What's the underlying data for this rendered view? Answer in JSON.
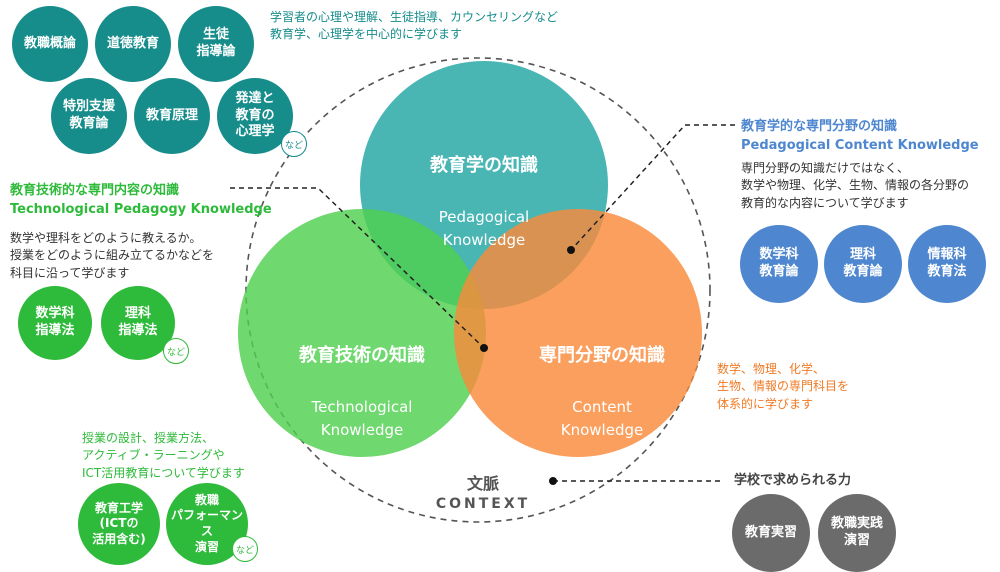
{
  "colors": {
    "teal": "#168c8b",
    "teal_circle": "#3fb2b0",
    "green": "#2eba3a",
    "green_circle": "#4fd04e",
    "orange_circle": "#f98a3b",
    "blue": "#4e87cf",
    "gray": "#6b6b6b",
    "text": "#333333"
  },
  "circles": {
    "pedagogical": {
      "title": "教育学の知識",
      "sub": "Pedagogical\nKnowledge"
    },
    "technological": {
      "title": "教育技術の知識",
      "sub": "Technological\nKnowledge"
    },
    "content": {
      "title": "専門分野の知識",
      "sub": "Content\nKnowledge"
    }
  },
  "context": {
    "jp": "文脈",
    "en": "CONTEXT"
  },
  "pedagogy_topics": {
    "description": "学習者の心理や理解、生徒指導、カウンセリングなど\n教育学、心理学を中心的に学びます",
    "bubbles": [
      "教職概論",
      "道徳教育",
      "生徒\n指導論",
      "特別支援\n教育論",
      "教育原理",
      "発達と\n教育の\n心理学"
    ],
    "etc": "など"
  },
  "tpk": {
    "heading": "教育技術的な専門内容の知識\nTechnological Pedagogy Knowledge",
    "description": "数学や理科をどのように教えるか。\n授業をどのように組み立てるかなどを\n科目に沿って学びます",
    "bubbles": [
      "数学科\n指導法",
      "理科\n指導法"
    ],
    "etc": "など"
  },
  "tech_topics": {
    "description": "授業の設計、授業方法、\nアクティブ・ラーニングや\nICT活用教育について学びます",
    "bubbles": [
      "教育工学\n(ICTの\n活用含む)",
      "教職\nパフォーマンス\n演習"
    ],
    "etc": "など"
  },
  "pck": {
    "heading": "教育学的な専門分野の知識\nPedagogical Content Knowledge",
    "description": "専門分野の知識だけではなく、\n数学や物理、化学、生物、情報の各分野の\n教育的な内容について学びます",
    "bubbles": [
      "数学科\n教育論",
      "理科\n教育論",
      "情報科\n教育法"
    ]
  },
  "content_topics": {
    "description": "数学、物理、化学、\n生物、情報の専門科目を\n体系的に学びます"
  },
  "school": {
    "heading": "学校で求められる力",
    "bubbles": [
      "教育実習",
      "教職実践\n演習"
    ]
  }
}
